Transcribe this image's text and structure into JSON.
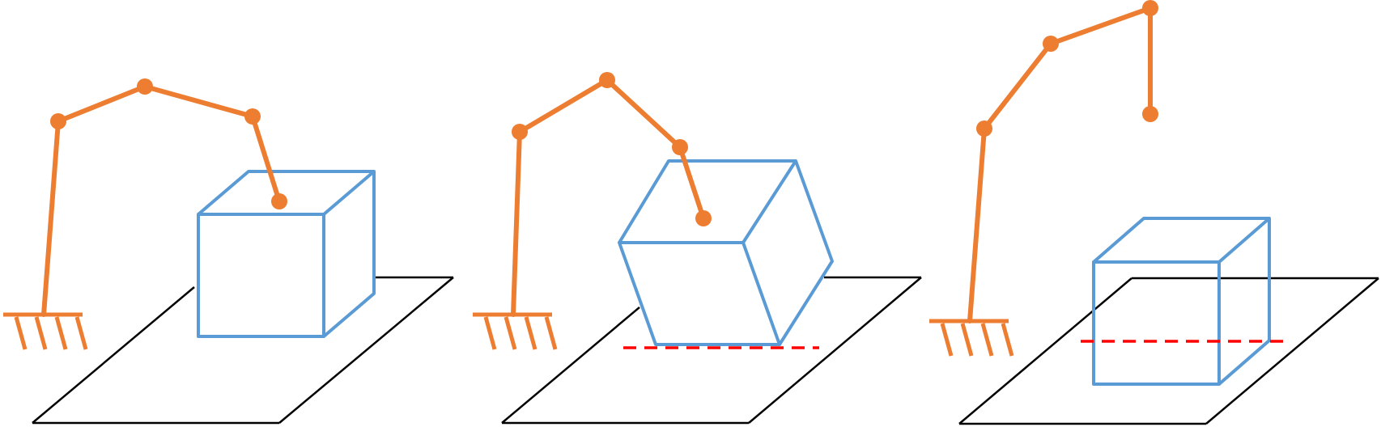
{
  "colors": {
    "robot": "#ED7D31",
    "box": "#5B9BD5",
    "ground": "#000000",
    "dashed_line": "#FF0000",
    "background": "#FFFFFF"
  },
  "panels": [
    {
      "id": "panel-1",
      "robot": {
        "type": "arm-3-link",
        "joints": 4
      },
      "box": {
        "state": "upright"
      },
      "dashed_line": false
    },
    {
      "id": "panel-2",
      "robot": {
        "type": "arm-3-link",
        "joints": 4
      },
      "box": {
        "state": "tilted"
      },
      "dashed_line": true
    },
    {
      "id": "panel-3",
      "robot": {
        "type": "arm-3-link",
        "joints": 4
      },
      "box": {
        "state": "sunk-below-plane"
      },
      "dashed_line": true
    }
  ]
}
